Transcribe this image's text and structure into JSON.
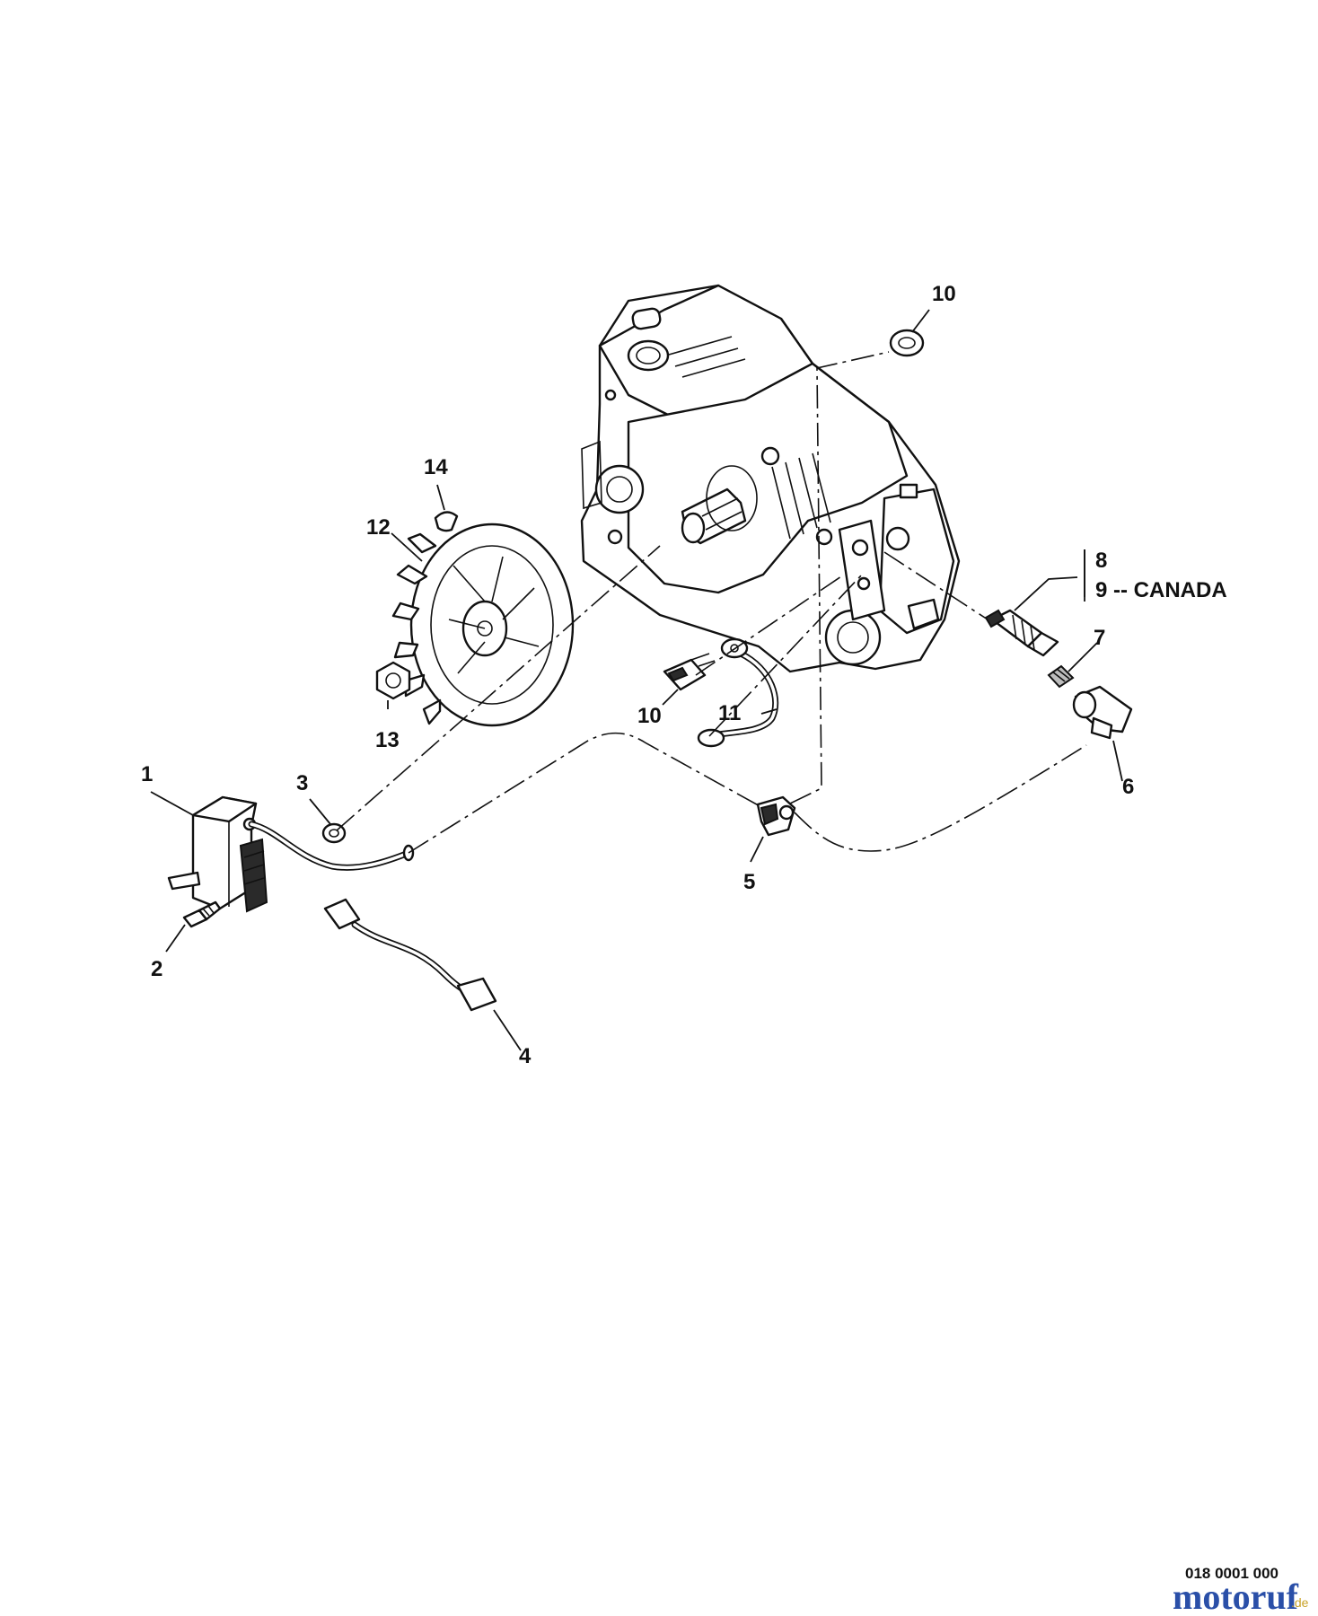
{
  "callouts": {
    "c1": "1",
    "c2": "2",
    "c3": "3",
    "c4": "4",
    "c5": "5",
    "c6": "6",
    "c7": "7",
    "c8": "8",
    "c9": "9 -- CANADA",
    "c10a": "10",
    "c10b": "10",
    "c11": "11",
    "c12": "12",
    "c13": "13",
    "c14": "14"
  },
  "reference_code": "018 0001 000",
  "watermark": {
    "main": "motoruf",
    "suffix": ".de",
    "colors": {
      "main": "#2a4fa8",
      "suffix": "#c9a227"
    }
  }
}
